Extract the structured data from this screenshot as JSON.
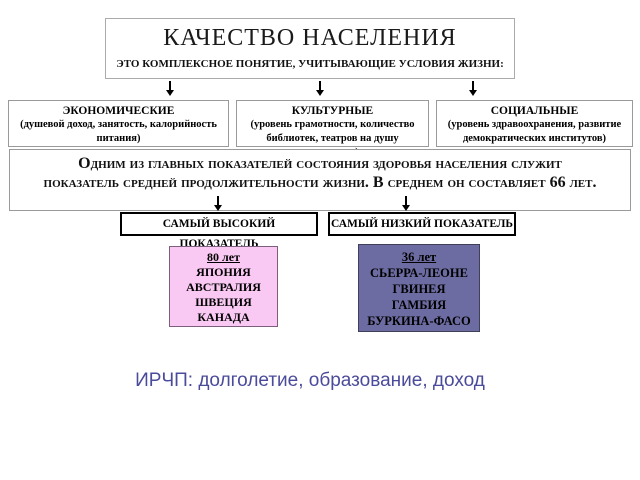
{
  "header": {
    "title": "КАЧЕСТВО НАСЕЛЕНИЯ",
    "subtitle": "ЭТО КОМПЛЕКСНОЕ ПОНЯТИЕ, УЧИТЫВАЮЩИЕ УСЛОВИЯ ЖИЗНИ:"
  },
  "criteria": [
    {
      "title": "ЭКОНОМИЧЕСКИЕ",
      "detail": "(душевой доход, занятость, калорийность питания)"
    },
    {
      "title": "КУЛЬТУРНЫЕ",
      "detail": "(уровень грамотности, количество библиотек, театров на душу населения)"
    },
    {
      "title": "СОЦИАЛЬНЫЕ",
      "detail": "(уровень здравоохранения, развитие демократических институтов)"
    }
  ],
  "statement": "Одним из главных показателей состояния здоровья населения служит показатель средней продолжительности жизни. В среднем он составляет 66 лет.",
  "indicators": {
    "high_label": "САМЫЙ ВЫСОКИЙ ПОКАЗАТЕЛЬ",
    "low_label": "САМЫЙ НИЗКИЙ ПОКАЗАТЕЛЬ",
    "high": {
      "value": "80 лет",
      "countries": [
        "ЯПОНИЯ",
        "АВСТРАЛИЯ",
        "ШВЕЦИЯ",
        "КАНАДА"
      ],
      "bg": "#fac9f3"
    },
    "low": {
      "value": "36 лет",
      "countries": [
        "СЬЕРРА-ЛЕОНЕ",
        "ГВИНЕЯ",
        "ГАМБИЯ",
        "БУРКИНА-ФАСО"
      ],
      "bg": "#6c6ca2"
    }
  },
  "footer": {
    "text": "ИРЧП: долголетие, образование, доход",
    "color": "#4b4b9b"
  },
  "icons": {
    "down_arrow": "↓"
  }
}
